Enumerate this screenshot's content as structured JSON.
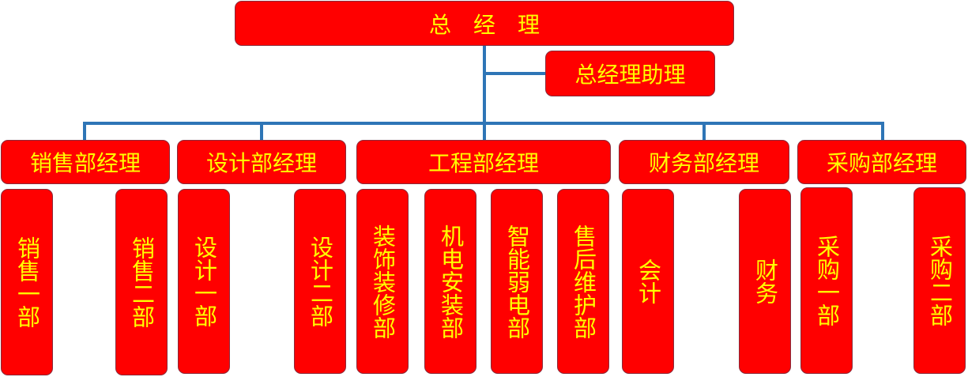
{
  "colors": {
    "box_fill": "#ff0000",
    "box_text": "#ffff00",
    "box_border": "#8a2a3a",
    "connector": "#2e75b6"
  },
  "top": {
    "label": "总　经　理"
  },
  "assistant": {
    "label": "总经理助理"
  },
  "departments": [
    {
      "label": "销售部经理",
      "units": [
        "销售一部",
        "销售二部"
      ]
    },
    {
      "label": "设计部经理",
      "units": [
        "设计一部",
        "设计二部"
      ]
    },
    {
      "label": "工程部经理",
      "units": [
        "装饰装修部",
        "机电安装部",
        "智能弱电部",
        "售后维护部"
      ]
    },
    {
      "label": "财务部经理",
      "units": [
        "会计",
        "财务"
      ]
    },
    {
      "label": "采购部经理",
      "units": [
        "采购一部",
        "采购二部"
      ]
    }
  ]
}
